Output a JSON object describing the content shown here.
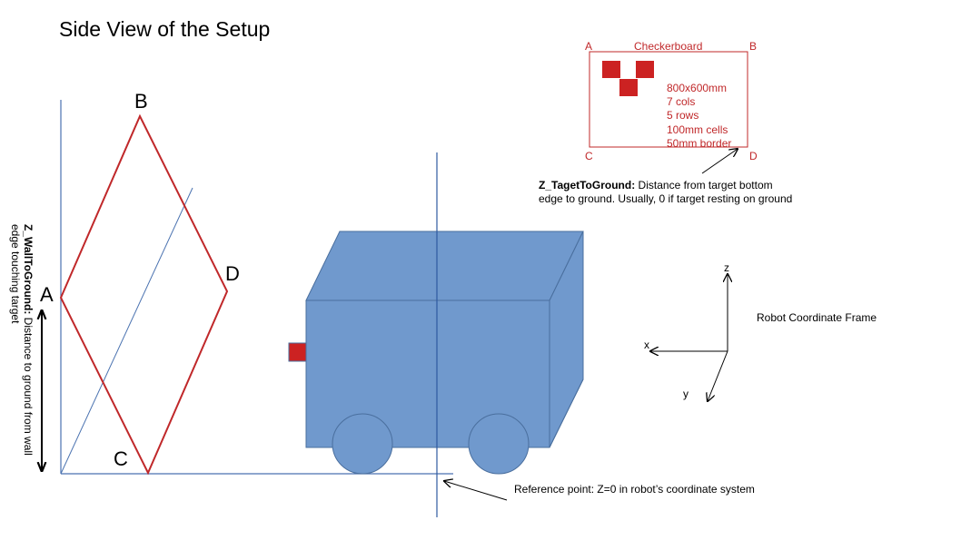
{
  "title": "Side View of the Setup",
  "target_vertices": {
    "a": "A",
    "b": "B",
    "c": "C",
    "d": "D"
  },
  "wall_note": {
    "term": "Z_WallToGround:",
    "line1_rest": " Distance to ground from wall",
    "line2": "edge touching target"
  },
  "checkerboard": {
    "title": "Checkerboard",
    "corners": {
      "a": "A",
      "b": "B",
      "c": "C",
      "d": "D"
    },
    "specs": [
      "800x600mm",
      "7 cols",
      "5 rows",
      "100mm cells",
      "50mm border"
    ]
  },
  "target_note": {
    "term": "Z_TagetToGround:",
    "line1_rest": " Distance from target bottom",
    "line2": "edge to ground. Usually, 0 if target resting on ground"
  },
  "frame": {
    "title": "Robot Coordinate Frame",
    "axes": {
      "z": "z",
      "x": "x",
      "y": "y"
    }
  },
  "reference_note": "Reference point: Z=0 in robot’s coordinate system",
  "colors": {
    "target": "#c0282a",
    "robot_fill": "#7099cd",
    "robot_stroke": "#4a6f9e",
    "wall": "#4a72b0",
    "text": "#000000"
  }
}
